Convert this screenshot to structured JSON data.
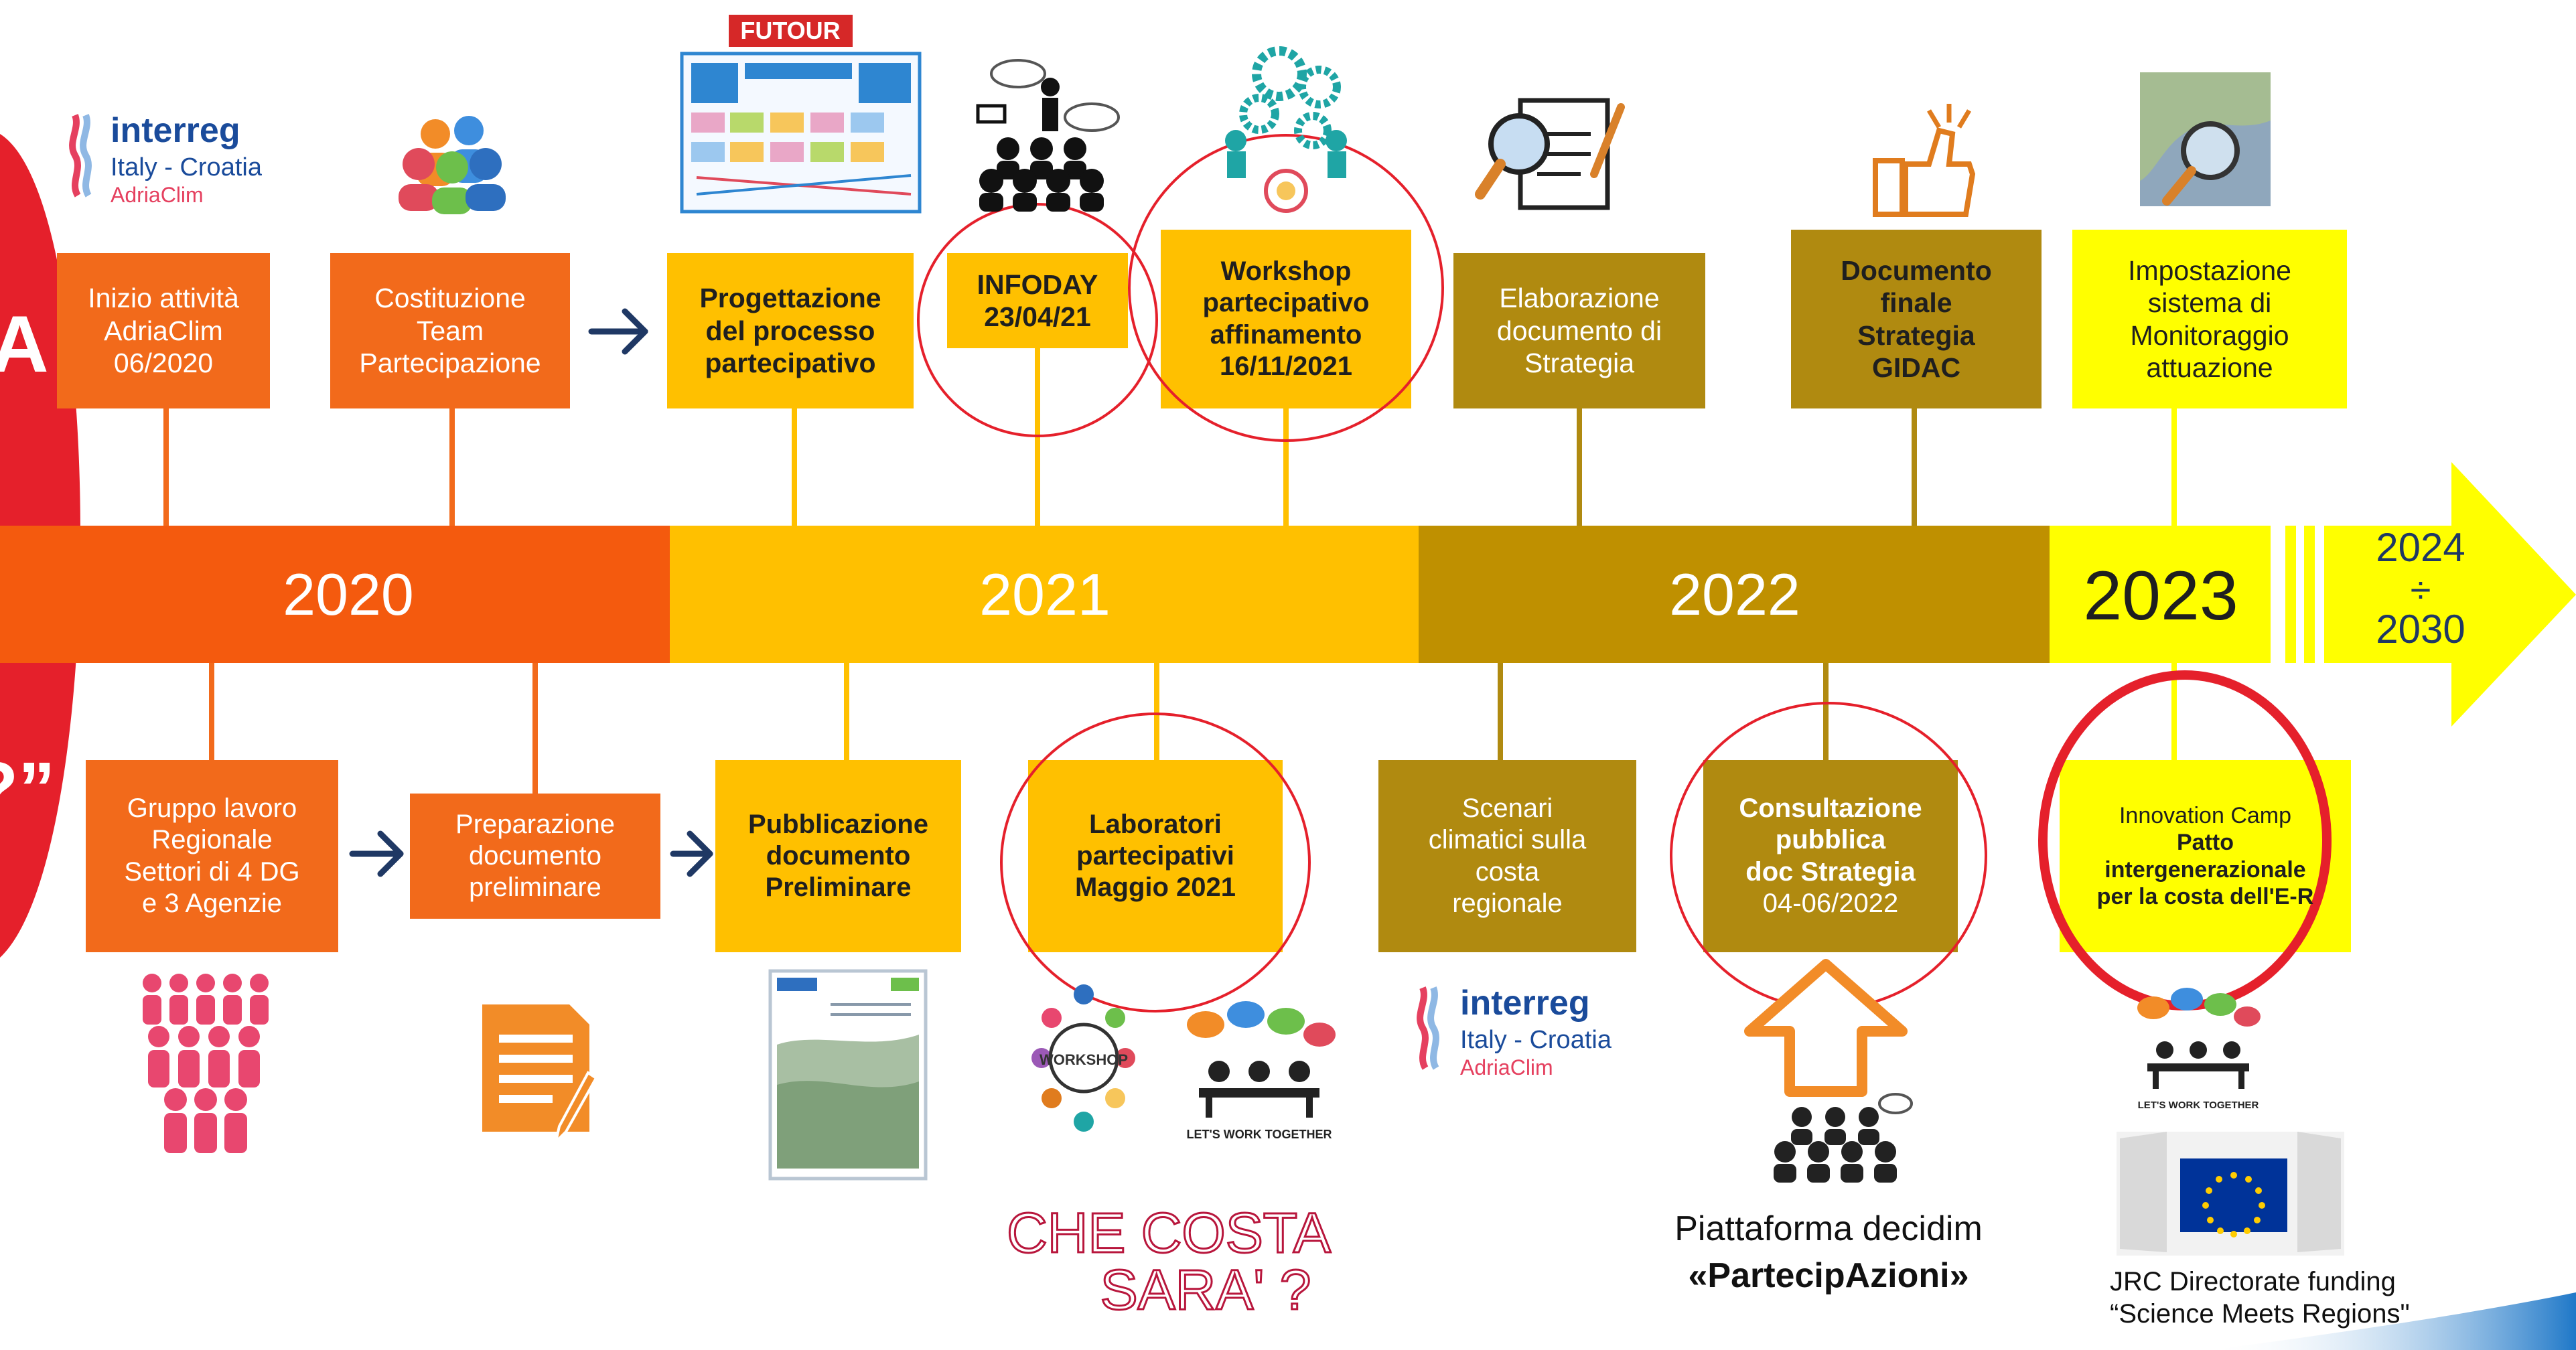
{
  "colors": {
    "orange": "#F26A1B",
    "dark_orange": "#F45A0E",
    "amber": "#FFC000",
    "light_amber": "#FFC832",
    "gold": "#BF9000",
    "olive_gold": "#B08A10",
    "yellow": "#FFFF00",
    "red_accent": "#E5202B",
    "navy": "#1F3864"
  },
  "timeline": {
    "years": [
      "2020",
      "2021",
      "2022",
      "2023"
    ],
    "future": {
      "top": "2024",
      "divider": "÷",
      "bottom": "2030"
    }
  },
  "top_boxes": [
    {
      "lines": [
        "Inizio attività",
        "AdriaClim",
        "06/2020"
      ],
      "bold": false
    },
    {
      "lines": [
        "Costituzione",
        "Team",
        "Partecipazione"
      ],
      "bold": false
    },
    {
      "lines": [
        "Progettazione",
        "del processo",
        "partecipativo"
      ],
      "bold": true
    },
    {
      "lines": [
        "INFODAY",
        "23/04/21"
      ],
      "bold": true
    },
    {
      "lines": [
        "Workshop",
        "partecipativo",
        "affinamento",
        "16/11/2021"
      ],
      "bold": true
    },
    {
      "lines": [
        "Elaborazione",
        "documento di",
        "Strategia"
      ],
      "bold": false
    },
    {
      "lines": [
        "Documento",
        "finale",
        "Strategia",
        "GIDAC"
      ],
      "bold": true
    },
    {
      "lines": [
        "Impostazione",
        "sistema di",
        "Monitoraggio",
        "attuazione"
      ],
      "bold": false
    }
  ],
  "bottom_boxes": [
    {
      "lines": [
        "Gruppo lavoro",
        "Regionale",
        "Settori di 4 DG",
        "e 3 Agenzie"
      ],
      "bold": false
    },
    {
      "lines": [
        "Preparazione",
        "documento",
        "preliminare"
      ],
      "bold": false
    },
    {
      "lines": [
        "Pubblicazione",
        "documento",
        "Preliminare"
      ],
      "bold": true
    },
    {
      "lines": [
        "Laboratori",
        "partecipativi",
        "Maggio 2021"
      ],
      "bold": true
    },
    {
      "lines": [
        "Scenari",
        "climatici sulla",
        "costa",
        "regionale"
      ],
      "bold": false
    },
    {
      "lines": [
        "Consultazione",
        "pubblica",
        "doc Strategia",
        "04-06/2022"
      ],
      "bold": true
    },
    {
      "lines": [
        "Innovation Camp",
        "Patto",
        "intergenerazionale",
        "per la costa dell'E-R"
      ],
      "bold": true
    }
  ],
  "logos": {
    "interreg_name": "interreg",
    "interreg_sub": "Italy - Croatia",
    "interreg_project": "AdriaClim",
    "futour": "FUTOUR",
    "workshop_label": "WORKSHOP",
    "lets_work": "LET'S WORK TOGETHER",
    "che_costa_line1": "CHE COSTA",
    "che_costa_line2": "SARA' ?"
  },
  "captions": {
    "decidim_line1": "Piattaforma decidim",
    "decidim_line2": "«PartecipAzioni»",
    "jrc_line1": "JRC Directorate funding",
    "jrc_line2": "“Science Meets Regions\""
  },
  "left_edge": {
    "mark_top": "A",
    "mark_bottom": "?”"
  }
}
